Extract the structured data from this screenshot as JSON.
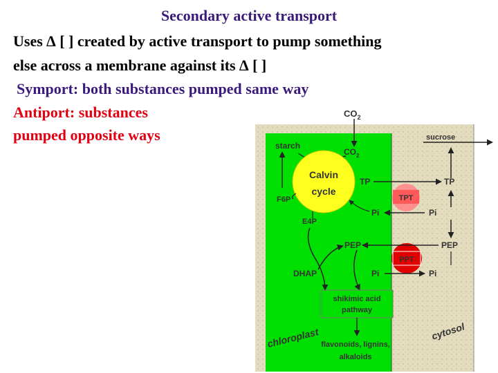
{
  "slide": {
    "title": "Secondary active transport",
    "line1": "Uses ∆ [ ] created by active transport to pump something",
    "line2": "else across a membrane against its ∆ [ ]",
    "symport": " Symport: both substances pumped same way",
    "antiport_1": "Antiport: substances",
    "antiport_2": "pumped opposite ways"
  },
  "diagram": {
    "co2_top": "CO",
    "co2_top_sub": "2",
    "sucrose": "sucrose",
    "starch": "starch",
    "co2_inner": "CO",
    "co2_inner_sub": "2",
    "calvin_1": "Calvin",
    "calvin_2": "cycle",
    "tp_inner": "TP",
    "tpt": "TPT",
    "tp_outer": "TP",
    "f6p": "F6P",
    "pi_inner_1": "Pi",
    "pi_outer_1": "Pi",
    "e4p": "E4P",
    "pep_inner": "PEP",
    "ppt": "PPT",
    "pep_outer": "PEP",
    "dhap": "DHAP",
    "pi_inner_2": "Pi",
    "pi_outer_2": "Pi",
    "shikimic_1": "shikimic acid",
    "shikimic_2": "pathway",
    "chloroplast": "chloroplast",
    "cytosol": "cytosol",
    "products_1": "flavonoids, lignins,",
    "products_2": "alkaloids",
    "colors": {
      "chloroplast_fill": "#00e000",
      "cytosol_fill": "#e4dcbe",
      "calvin_fill": "#ffff1e",
      "tpt_fill": "#ff9090",
      "ppt_fill": "#e00000"
    }
  }
}
